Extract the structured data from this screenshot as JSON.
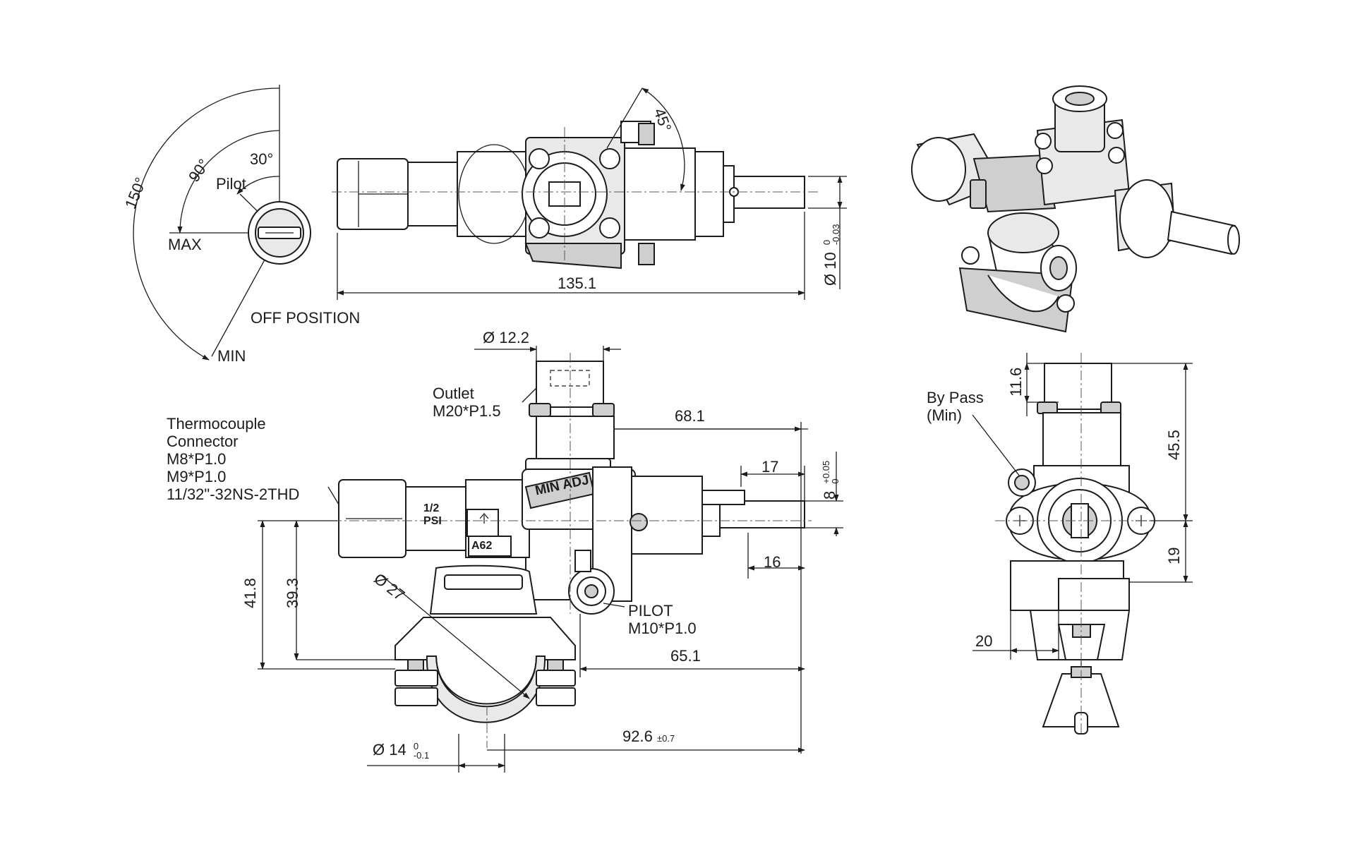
{
  "angles": {
    "a150": "150°",
    "a90": "90°",
    "a30": "30°",
    "pilot": "Pilot",
    "max": "MAX",
    "min": "MIN",
    "off_position": "OFF POSITION"
  },
  "top_view": {
    "angle45": "45°",
    "length": "135.1",
    "shaft_dia": "Ø 10",
    "shaft_tol_upper": "0",
    "shaft_tol_lower": "-0.03"
  },
  "front_view": {
    "outlet_dia": "Ø 12.2",
    "outlet_line1": "Outlet",
    "outlet_line2": "M20*P1.5",
    "thermo_line1": "Thermocouple",
    "thermo_line2": "Connector",
    "thermo_line3": "M8*P1.0",
    "thermo_line4": "M9*P1.0",
    "thermo_line5": "11/32\"-32NS-2THD",
    "dim_68_1": "68.1",
    "dim_17": "17",
    "dim_8": "8",
    "dim_8_tol_upper": "+0.05",
    "dim_8_tol_lower": "0",
    "dim_16": "16",
    "dim_41_8": "41.8",
    "dim_39_3": "39.3",
    "dim_27": "Ø 27",
    "dim_65_1": "65.1",
    "dim_92_6": "92.6",
    "dim_92_6_tol": "±0.7",
    "dim_14": "Ø 14",
    "dim_14_tol_upper": "0",
    "dim_14_tol_lower": "-0.1",
    "pilot_line1": "PILOT",
    "pilot_line2": "M10*P1.0",
    "min_adj": "MIN ADJ",
    "psi_line1": "1/2",
    "psi_line2": "PSI",
    "a62": "A62"
  },
  "side_view": {
    "dim_11_6": "11.6",
    "dim_45_5": "45.5",
    "dim_19": "19",
    "dim_20": "20",
    "bypass_line1": "By Pass",
    "bypass_line2": "(Min)"
  }
}
